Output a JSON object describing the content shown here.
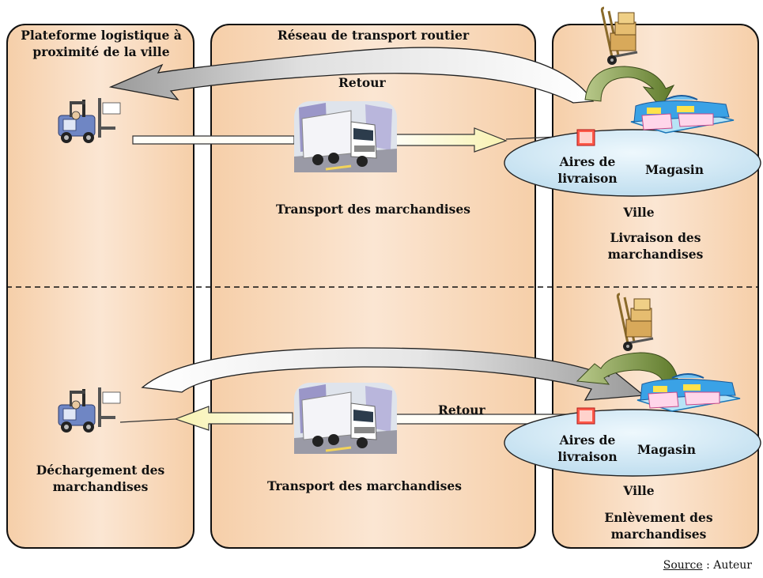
{
  "panels": {
    "left_title": "Plateforme logistique à proximité de la ville",
    "center_title": "Réseau de transport routier"
  },
  "top": {
    "return_label": "Retour",
    "transport_label": "Transport des marchandises",
    "delivery_areas": "Aires de livraison",
    "store": "Magasin",
    "city": "Ville",
    "caption": "Livraison des marchandises"
  },
  "bottom": {
    "return_label": "Retour",
    "transport_label": "Transport des marchandises",
    "delivery_areas": "Aires de livraison",
    "store": "Magasin",
    "city": "Ville",
    "unloading": "Déchargement des marchandises",
    "caption": "Enlèvement des marchandises"
  },
  "source": {
    "label": "Source",
    "value": " : Auteur"
  },
  "colors": {
    "panel_fill": "#f6cfa9",
    "city_fill": "#cfe6f4",
    "arrow_fill": "#fffbe0",
    "delivery_marker": "#f06050",
    "truck_trailer": "#f4f4f8",
    "building": "#9a96c8"
  },
  "icons": [
    "forklift-icon",
    "truck-icon",
    "hand-truck-icon",
    "store-icon",
    "delivery-area-icon"
  ]
}
